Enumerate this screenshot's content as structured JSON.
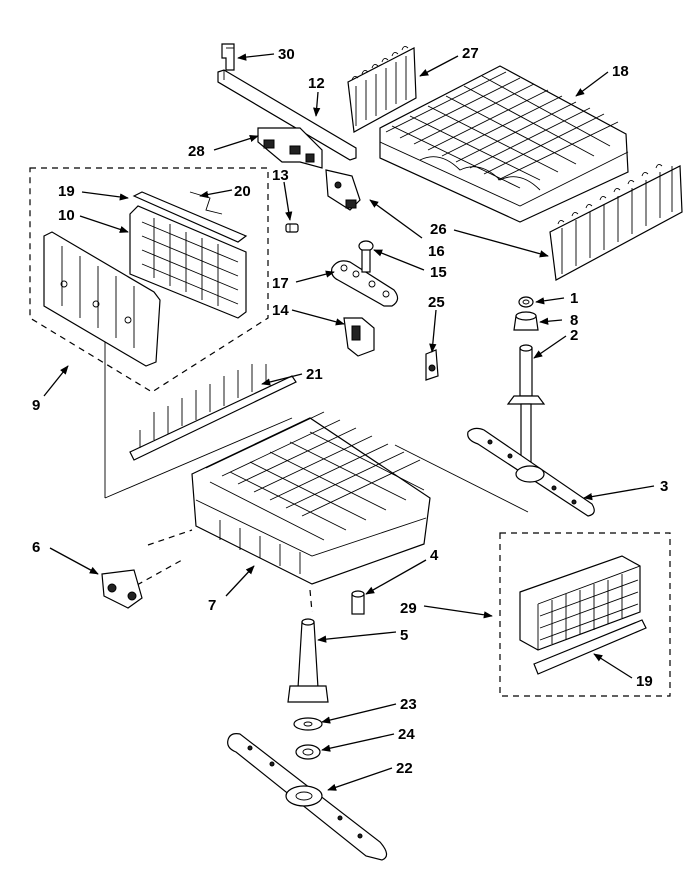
{
  "labels": {
    "l1": "1",
    "l2": "2",
    "l3": "3",
    "l4": "4",
    "l5": "5",
    "l6": "6",
    "l7": "7",
    "l8": "8",
    "l9": "9",
    "l10": "10",
    "l12": "12",
    "l13": "13",
    "l14": "14",
    "l15": "15",
    "l16": "16",
    "l17": "17",
    "l18": "18",
    "l19a": "19",
    "l19b": "19",
    "l20": "20",
    "l21": "21",
    "l22": "22",
    "l23": "23",
    "l24": "24",
    "l25": "25",
    "l26": "26",
    "l27": "27",
    "l28": "28",
    "l29": "29",
    "l30": "30"
  }
}
